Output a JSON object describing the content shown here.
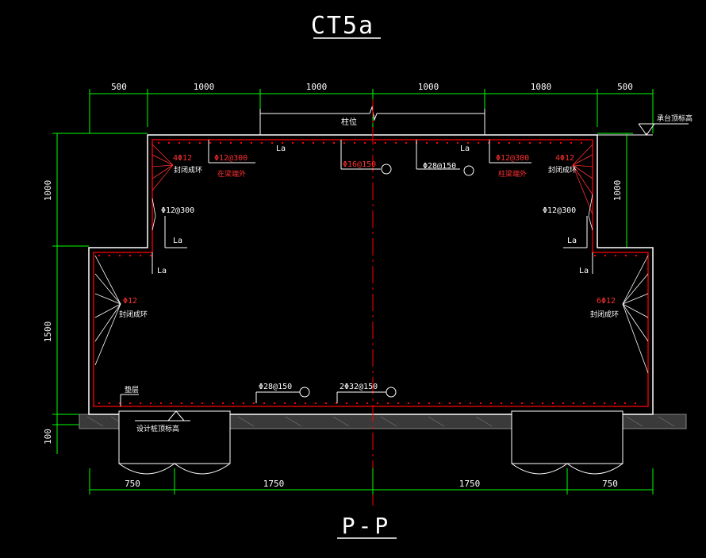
{
  "title": "CT5a",
  "section_label": "P-P",
  "colors": {
    "background": "#000000",
    "outline": "#ffffff",
    "dimension": "#00ff00",
    "rebar": "#ff0000",
    "label": "#ffffff",
    "annotation_red": "#ff3030",
    "center_line": "#ff0000"
  },
  "top_dims": [
    "500",
    "1000",
    "1000",
    "1000",
    "1080",
    "500"
  ],
  "bottom_dims": [
    "750",
    "1750",
    "1750",
    "750"
  ],
  "left_dims": [
    "1000",
    "1500",
    "100"
  ],
  "right_dims": [
    "1000"
  ],
  "column_label": "柱位",
  "cap_top_label": "承台顶标高",
  "pile_top_label": "设计桩顶标高",
  "cushion_label": "垫层",
  "la": "La",
  "rebar_labels": {
    "left_top_ring": "4Φ12",
    "left_top_ring_note": "封闭成环",
    "left_tie": "Φ12@300",
    "left_tie_note": "在梁端外",
    "top_bar_1": "Φ16@150",
    "top_bar_2": "Φ28@150",
    "right_tie": "Φ12@300",
    "right_tie_note": "柱梁端外",
    "right_top_ring": "4Φ12",
    "right_top_ring_note": "封闭成环",
    "left_step_tie": "Φ12@300",
    "right_step_tie": "Φ12@300",
    "left_side_ring": "Φ12",
    "left_side_ring_note": "封闭成环",
    "right_side_ring": "6Φ12",
    "right_side_ring_note": "封闭成环",
    "bottom_bar_1": "Φ28@150",
    "bottom_bar_2": "2Φ32@150"
  }
}
